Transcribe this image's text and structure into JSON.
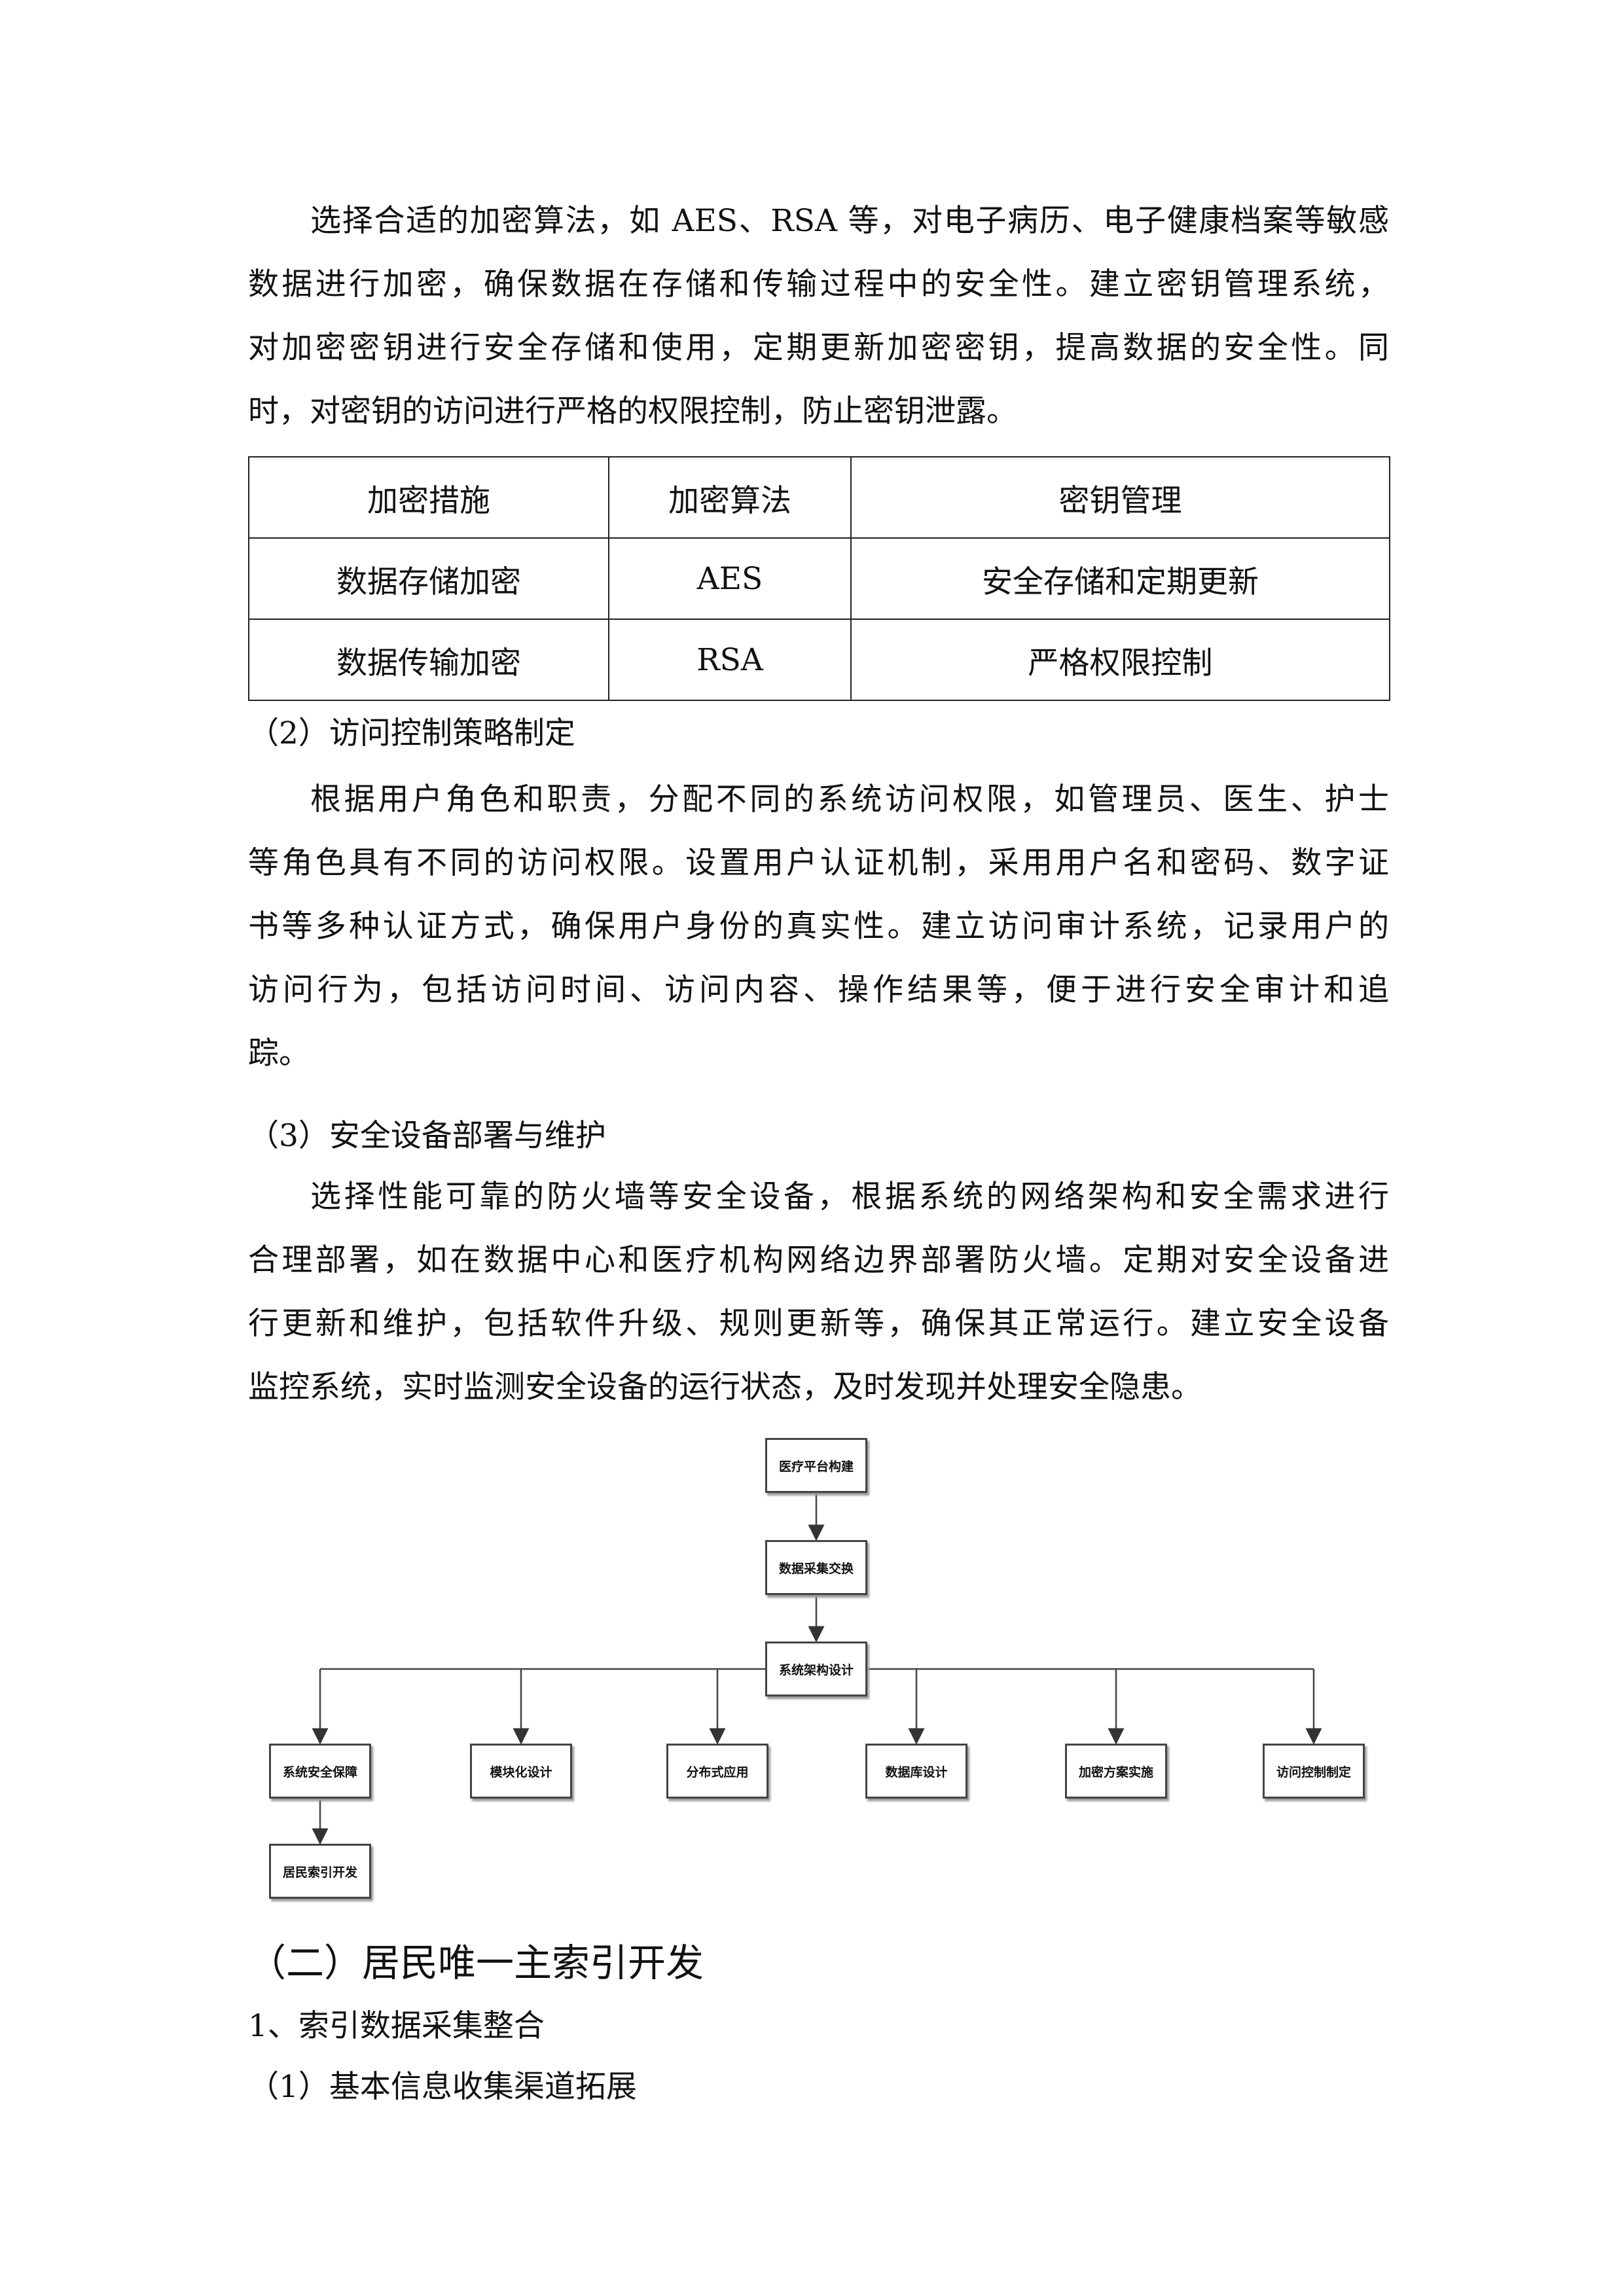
{
  "p1": [
    "选择合适的加密算法，如 AES、RSA 等，对电子病历、电子健康档案等敏感",
    "数据进行加密，确保数据在存储和传输过程中的安全性。建立密钥管理系统，",
    "对加密密钥进行安全存储和使用，定期更新加密密钥，提高数据的安全性。同",
    "时，对密钥的访问进行严格的权限控制，防止密钥泄露。"
  ],
  "table": {
    "headers": [
      "加密措施",
      "加密算法",
      "密钥管理"
    ],
    "rows": [
      [
        "数据存储加密",
        "AES",
        "安全存储和定期更新"
      ],
      [
        "数据传输加密",
        "RSA",
        "严格权限控制"
      ]
    ]
  },
  "h_access": "（2）访问控制策略制定",
  "p2": [
    "根据用户角色和职责，分配不同的系统访问权限，如管理员、医生、护士",
    "等角色具有不同的访问权限。设置用户认证机制，采用用户名和密码、数字证",
    "书等多种认证方式，确保用户身份的真实性。建立访问审计系统，记录用户的",
    "访问行为，包括访问时间、访问内容、操作结果等，便于进行安全审计和追",
    "踪。"
  ],
  "h_device": "（3）安全设备部署与维护",
  "p3": [
    "选择性能可靠的防火墙等安全设备，根据系统的网络架构和安全需求进行",
    "合理部署，如在数据中心和医疗机构网络边界部署防火墙。定期对安全设备进",
    "行更新和维护，包括软件升级、规则更新等，确保其正常运行。建立安全设备",
    "监控系统，实时监测安全设备的运行状态，及时发现并处理安全隐患。"
  ],
  "diagram": {
    "top": "医疗平台构建",
    "second": "数据采集交换",
    "center": "系统架构设计",
    "children": [
      "系统安全保障",
      "模块化设计",
      "分布式应用",
      "数据库设计",
      "加密方案实施",
      "访问控制制定"
    ],
    "leaf": "居民索引开发"
  },
  "section_title": "（二）居民唯一主索引开发",
  "sub_title": "1、索引数据采集整合",
  "sub_sub_title": "（1）基本信息收集渠道拓展"
}
